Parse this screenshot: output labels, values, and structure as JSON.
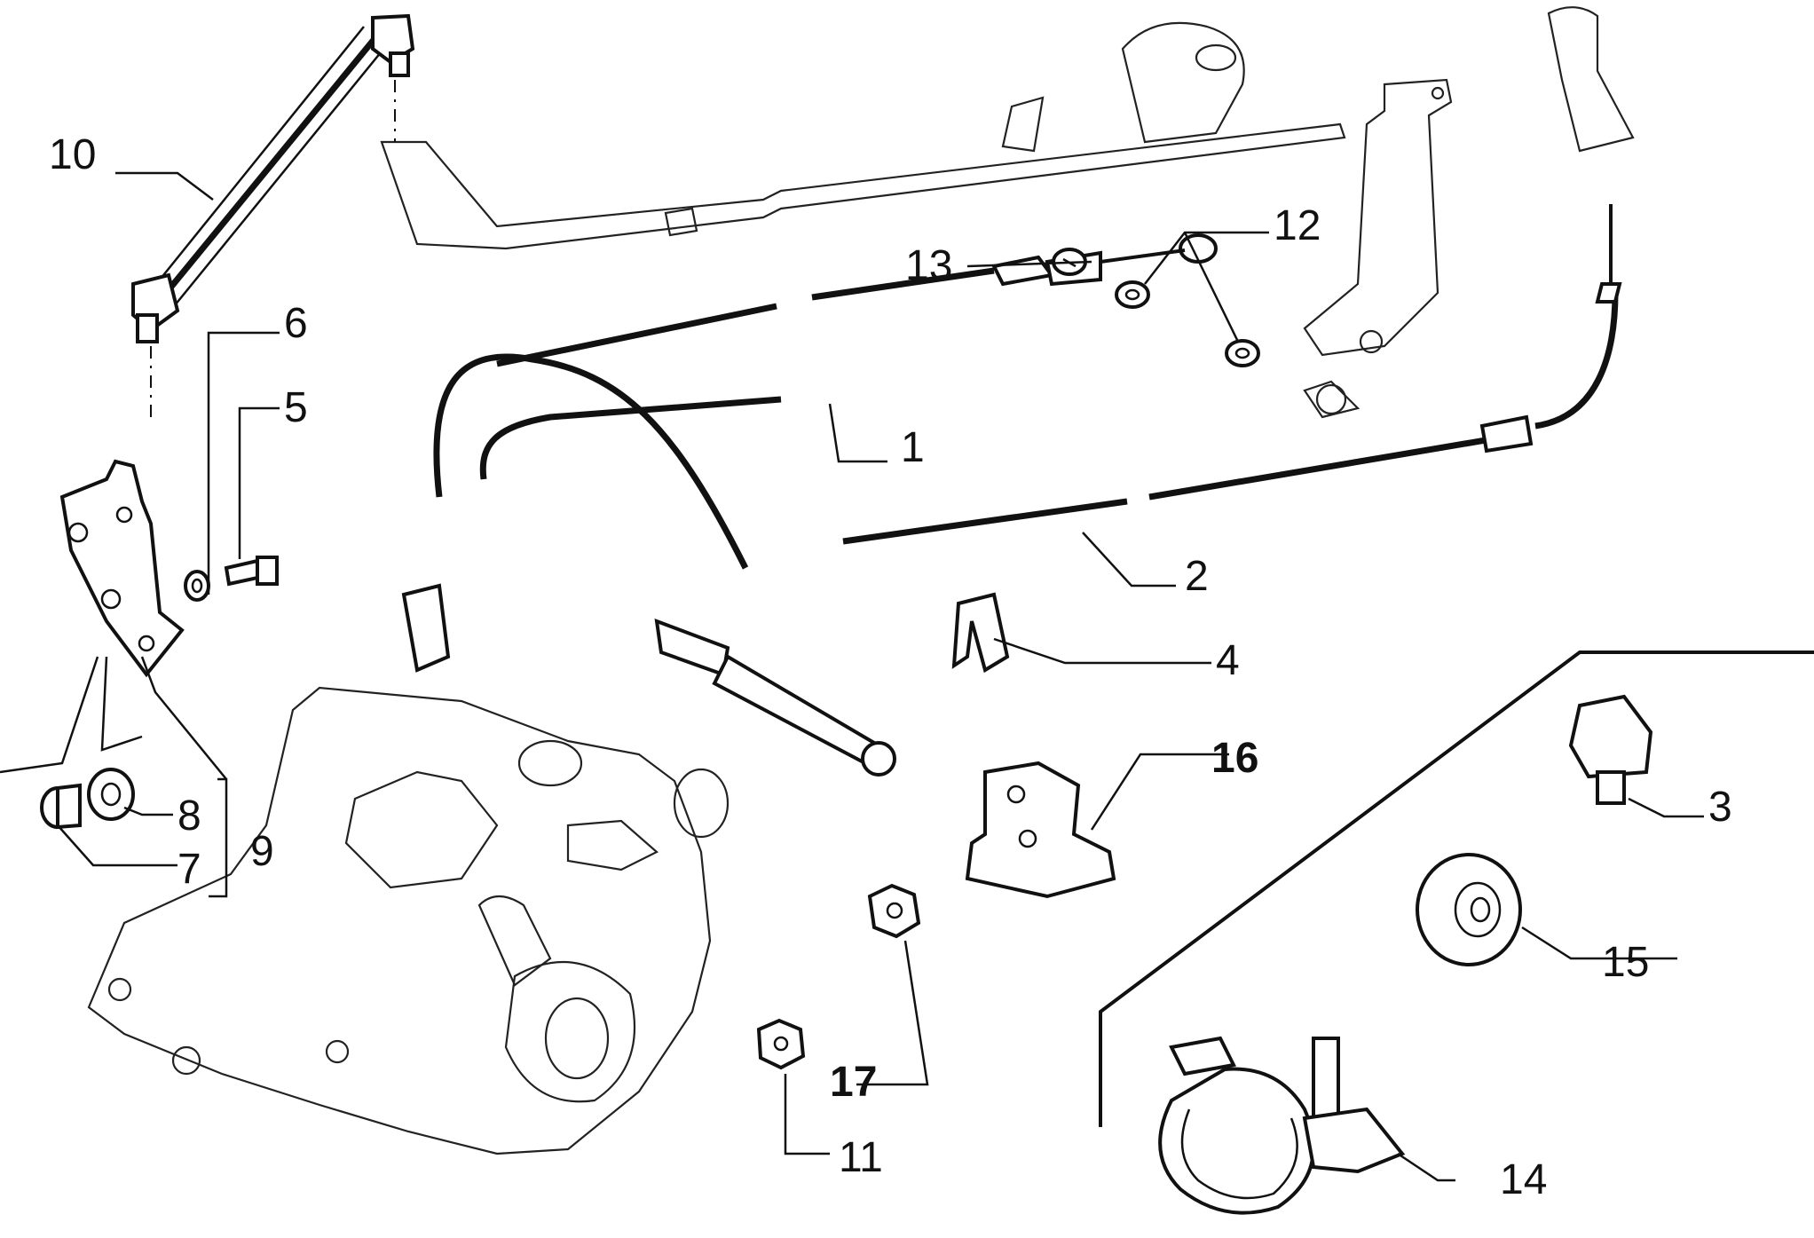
{
  "callouts": [
    {
      "id": "1",
      "label": "1",
      "bold": false
    },
    {
      "id": "2",
      "label": "2",
      "bold": false
    },
    {
      "id": "3",
      "label": "3",
      "bold": false
    },
    {
      "id": "4",
      "label": "4",
      "bold": false
    },
    {
      "id": "5",
      "label": "5",
      "bold": false
    },
    {
      "id": "6",
      "label": "6",
      "bold": false
    },
    {
      "id": "7",
      "label": "7",
      "bold": false
    },
    {
      "id": "8",
      "label": "8",
      "bold": false
    },
    {
      "id": "9",
      "label": "9",
      "bold": false
    },
    {
      "id": "10",
      "label": "10",
      "bold": false
    },
    {
      "id": "11",
      "label": "11",
      "bold": false
    },
    {
      "id": "12",
      "label": "12",
      "bold": false
    },
    {
      "id": "13",
      "label": "13",
      "bold": false
    },
    {
      "id": "14",
      "label": "14",
      "bold": false
    },
    {
      "id": "15",
      "label": "15",
      "bold": false
    },
    {
      "id": "16",
      "label": "16",
      "bold": true
    },
    {
      "id": "17",
      "label": "17",
      "bold": true
    }
  ],
  "colors": {
    "ink": "#111111",
    "background": "#ffffff"
  }
}
